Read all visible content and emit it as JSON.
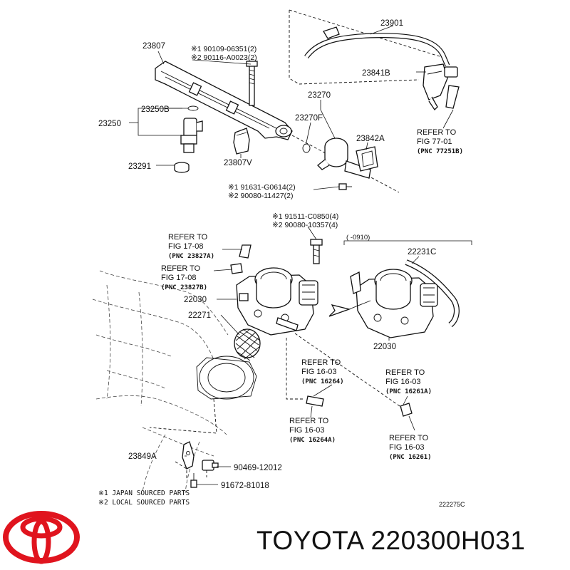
{
  "callouts": {
    "p23807": "23807",
    "p23250b": "23250B",
    "p23250": "23250",
    "p23291": "23291",
    "p23807v": "23807V",
    "p23901": "23901",
    "p23841b": "23841B",
    "p23270": "23270",
    "p23270f": "23270F",
    "p23842a": "23842A",
    "p22231c": "22231C",
    "p22030_left": "22030",
    "p22030_right": "22030",
    "p22271": "22271",
    "p23849a": "23849A",
    "p90469": "90469-12012",
    "p91672": "91672-81018"
  },
  "bolt_notes": {
    "top_line1": "※1  90109-06351(2)",
    "top_line2": "※2  90116-A0023(2)",
    "mid_line1": "※1  91631-G0614(2)",
    "mid_line2": "※2  90080-11427(2)",
    "tb_line1": "※1  91511-C0850(4)",
    "tb_line2": "※2  90080-10357(4)"
  },
  "date_range": "(       -0910)",
  "refers": {
    "r77": {
      "line1": "REFER TO",
      "line2": "FIG 77-01",
      "pnc": "(PNC  77251B)"
    },
    "r17a": {
      "line1": "REFER TO",
      "line2": "FIG 17-08",
      "pnc": "(PNC  23827A)"
    },
    "r17b": {
      "line1": "REFER TO",
      "line2": "FIG 17-08",
      "pnc": "(PNC  23827B)"
    },
    "r16264": {
      "line1": "REFER TO",
      "line2": "FIG 16-03",
      "pnc": "(PNC  16264)"
    },
    "r16261a": {
      "line1": "REFER TO",
      "line2": "FIG 16-03",
      "pnc": "(PNC  16261A)"
    },
    "r16264a": {
      "line1": "REFER TO",
      "line2": "FIG 16-03",
      "pnc": "(PNC  16264A)"
    },
    "r16261": {
      "line1": "REFER TO",
      "line2": "FIG 16-03",
      "pnc": "(PNC  16261)"
    }
  },
  "legend": {
    "line1": "※1  JAPAN  SOURCED  PARTS",
    "line2": "※2  LOCAL  SOURCED  PARTS"
  },
  "figure_code": "222275C",
  "brand_caption": "TOYOTA 220300H031",
  "colors": {
    "logo_red": "#e0141e",
    "ink": "#111111"
  }
}
